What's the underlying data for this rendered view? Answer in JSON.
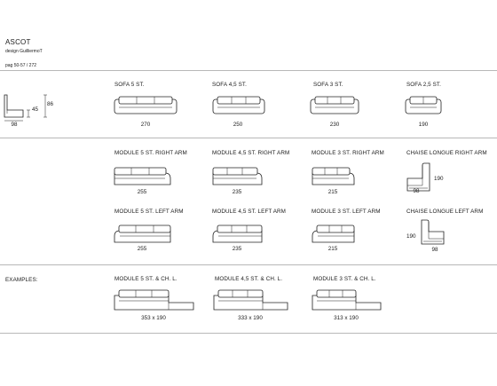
{
  "header": {
    "brand": "ASCOT",
    "designer": "design GuilliermoT",
    "pages": "pag 50-57 / 272"
  },
  "profile": {
    "width": "98",
    "seat_height": "45",
    "back_height": "86"
  },
  "sofas": [
    {
      "label": "SOFA 5 ST.",
      "dimension": "270"
    },
    {
      "label": "SOFA 4,5 ST.",
      "dimension": "250"
    },
    {
      "label": "SOFA 3 ST.",
      "dimension": "230"
    },
    {
      "label": "SOFA 2,5 ST.",
      "dimension": "190"
    }
  ],
  "right_arm_modules": [
    {
      "label": "MODULE 5 ST. RIGHT ARM",
      "dimension": "255"
    },
    {
      "label": "MODULE 4,5 ST. RIGHT ARM",
      "dimension": "235"
    },
    {
      "label": "MODULE 3 ST. RIGHT ARM",
      "dimension": "215"
    }
  ],
  "chaise_right": {
    "label": "CHAISE LONGUE RIGHT ARM",
    "width": "98",
    "length": "190"
  },
  "left_arm_modules": [
    {
      "label": "MODULE 5 ST. LEFT ARM",
      "dimension": "255"
    },
    {
      "label": "MODULE 4,5 ST. LEFT ARM",
      "dimension": "235"
    },
    {
      "label": "MODULE 3 ST. LEFT ARM",
      "dimension": "215"
    }
  ],
  "chaise_left": {
    "label": "CHAISE LONGUE LEFT ARM",
    "width": "98",
    "length": "190"
  },
  "examples": {
    "section_label": "EXAMPLES:",
    "items": [
      {
        "label": "MODULE 5 ST. & CH. L.",
        "dimension": "353 x 190"
      },
      {
        "label": "MODULE 4,5 ST. & CH. L.",
        "dimension": "333 x 190"
      },
      {
        "label": "MODULE 3 ST. & CH. L.",
        "dimension": "313 x 190"
      }
    ]
  }
}
